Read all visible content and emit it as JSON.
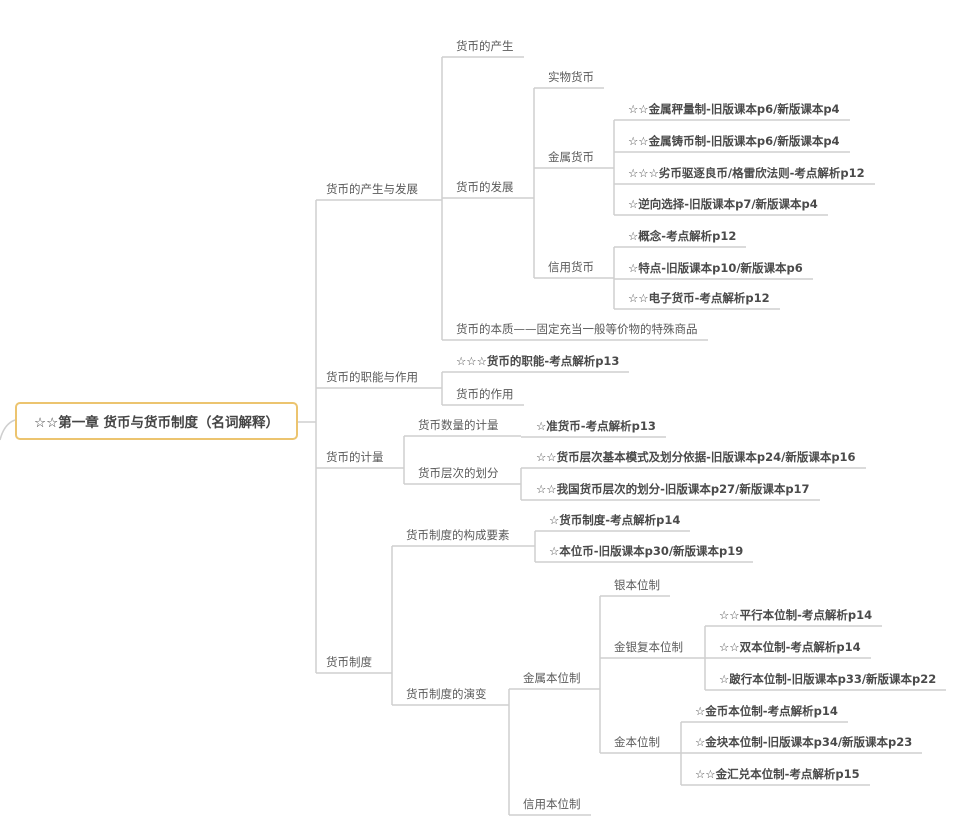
{
  "root": "☆☆第一章 货币与货币制度（名词解释）",
  "nodes": {
    "a": "货币的产生与发展",
    "a1": "货币的产生",
    "a2": "货币的发展",
    "a21": "实物货币",
    "a22": "金属货币",
    "a221": "☆☆金属秤量制-旧版课本p6/新版课本p4",
    "a222": "☆☆金属铸币制-旧版课本p6/新版课本p4",
    "a223": "☆☆☆劣币驱逐良币/格雷欣法则-考点解析p12",
    "a224": "☆逆向选择-旧版课本p7/新版课本p4",
    "a23": "信用货币",
    "a231": "☆概念-考点解析p12",
    "a232": "☆特点-旧版课本p10/新版课本p6",
    "a233": "☆☆电子货币-考点解析p12",
    "a3": "货币的本质——固定充当一般等价物的特殊商品",
    "b": "货币的职能与作用",
    "b1": "☆☆☆货币的职能-考点解析p13",
    "b2": "货币的作用",
    "c": "货币的计量",
    "c1": "货币数量的计量",
    "c11": "☆准货币-考点解析p13",
    "c2": "货币层次的划分",
    "c21": "☆☆货币层次基本模式及划分依据-旧版课本p24/新版课本p16",
    "c22": "☆☆我国货币层次的划分-旧版课本p27/新版课本p17",
    "d": "货币制度",
    "d1": "货币制度的构成要素",
    "d11": "☆货币制度-考点解析p14",
    "d12": "☆本位币-旧版课本p30/新版课本p19",
    "d2": "货币制度的演变",
    "d21": "金属本位制",
    "d211": "银本位制",
    "d212": "金银复本位制",
    "d2121": "☆☆平行本位制-考点解析p14",
    "d2122": "☆☆双本位制-考点解析p14",
    "d2123": "☆跛行本位制-旧版课本p33/新版课本p22",
    "d213": "金本位制",
    "d2131": "☆金币本位制-考点解析p14",
    "d2132": "☆金块本位制-旧版课本p34/新版课本p23",
    "d2133": "☆☆金汇兑本位制-考点解析p15",
    "d22": "信用本位制"
  }
}
